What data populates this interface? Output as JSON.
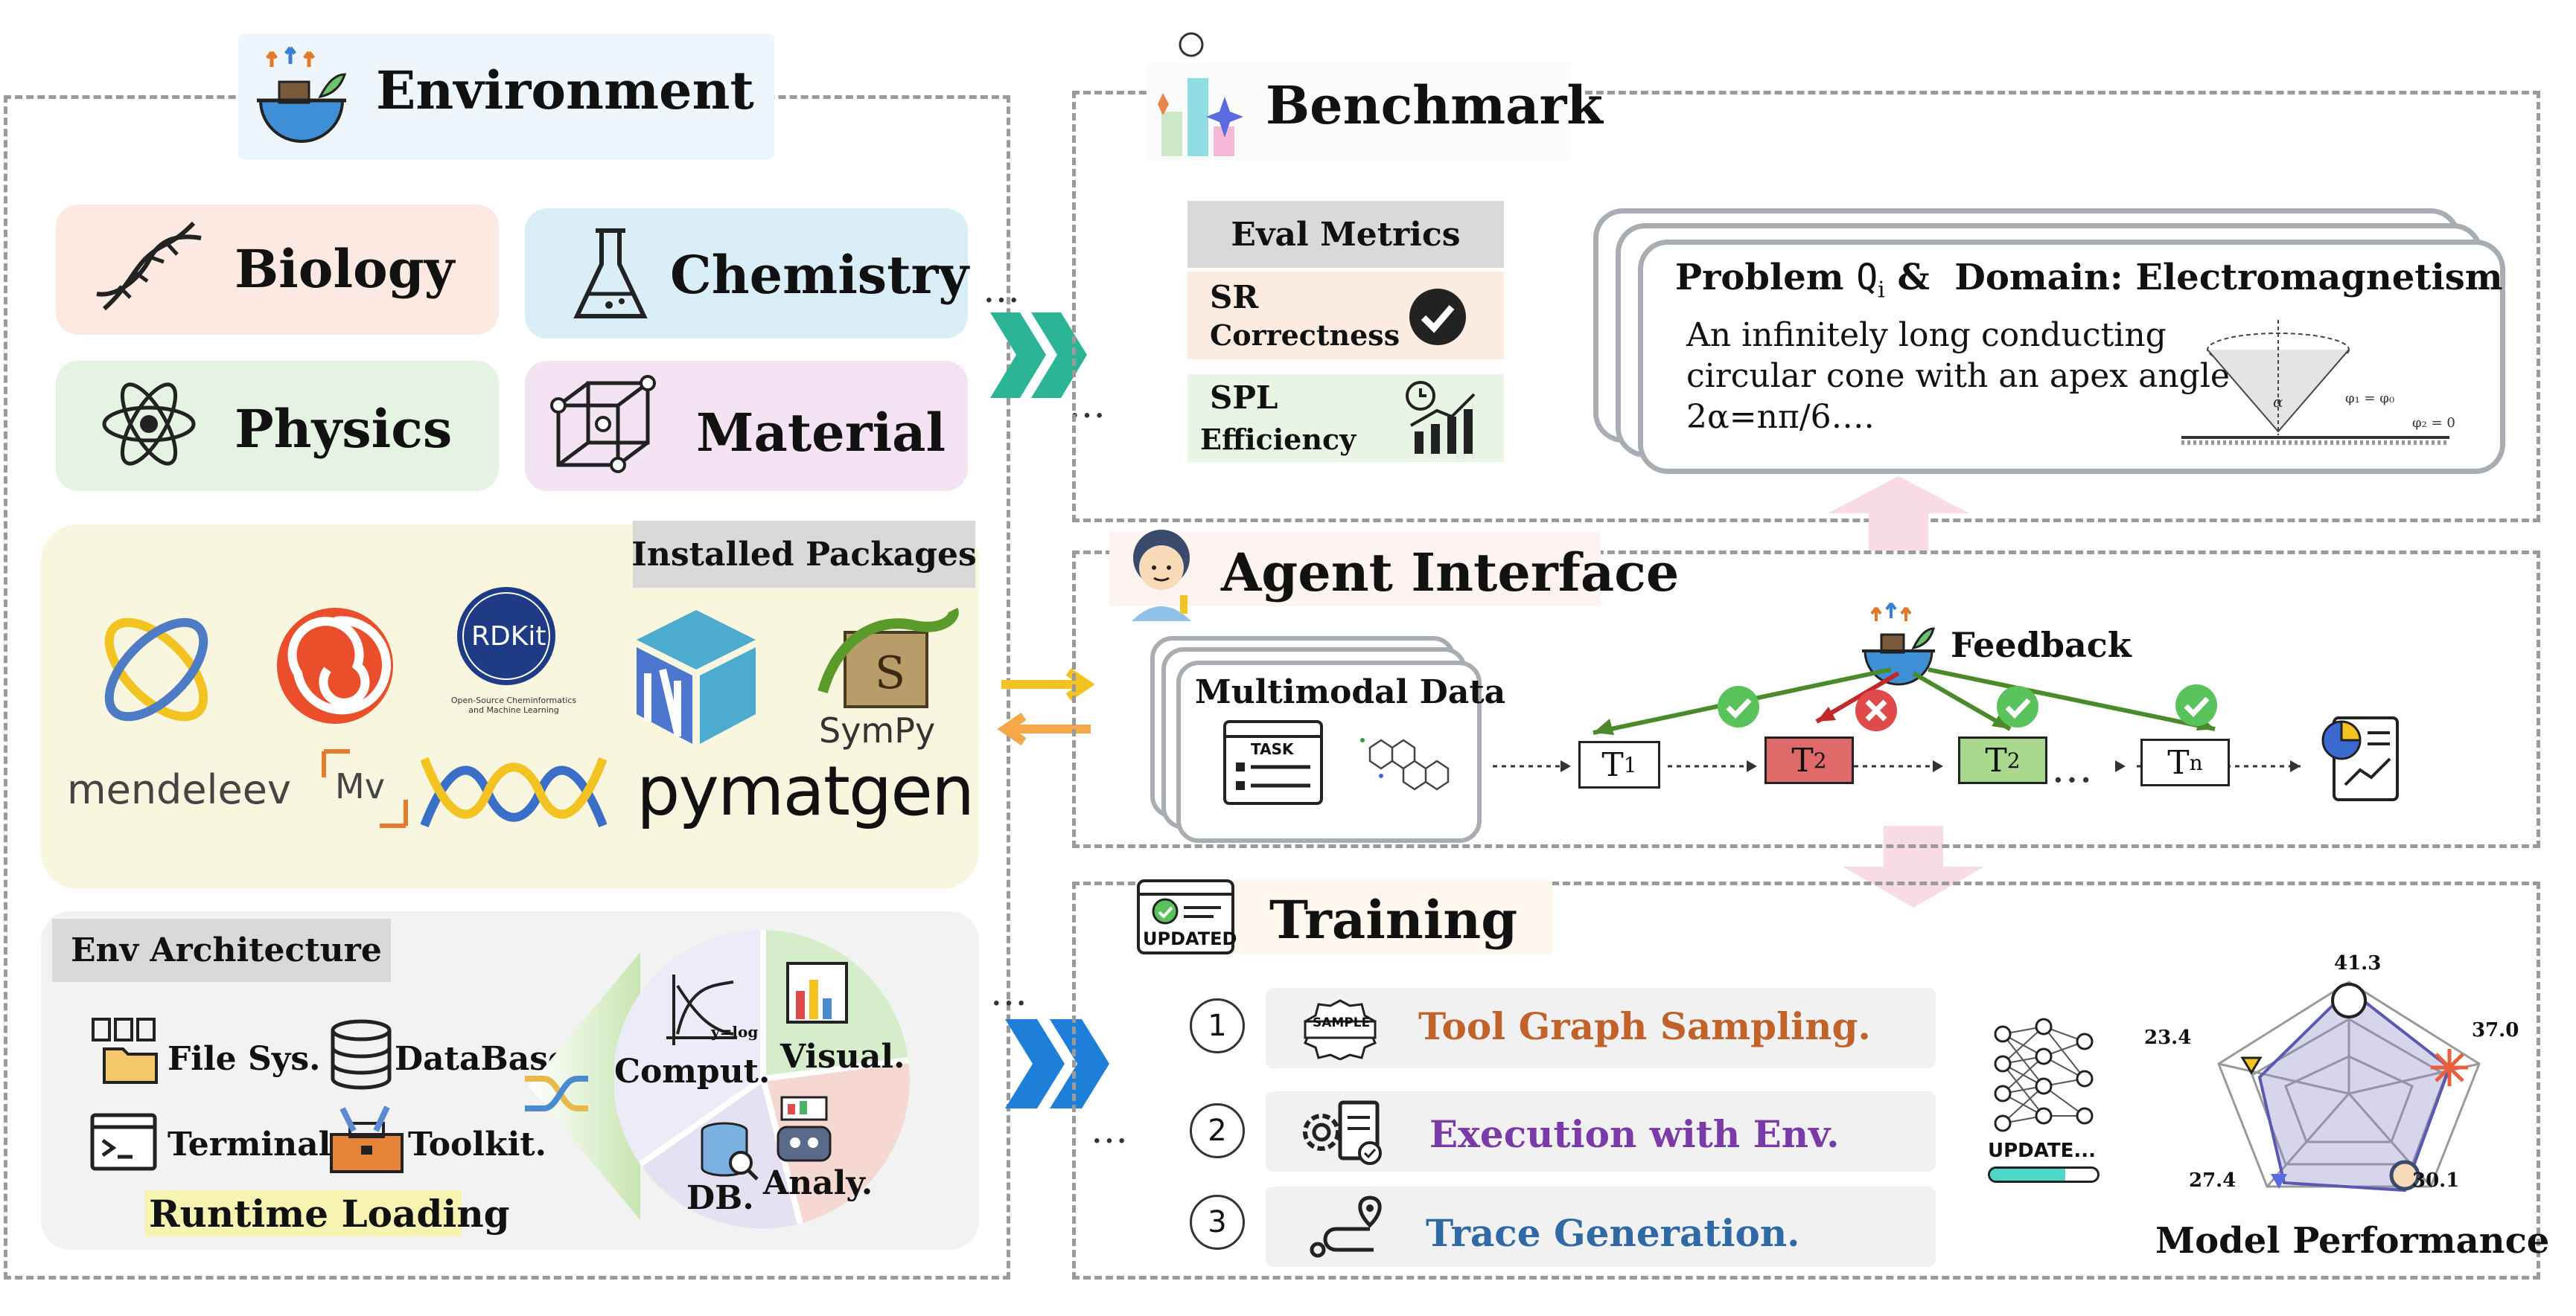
{
  "environment": {
    "title": "Environment",
    "domains": [
      {
        "label": "Biology",
        "color": "#fbe9e2"
      },
      {
        "label": "Chemistry",
        "color": "#daeef7"
      },
      {
        "label": "Physics",
        "color": "#e4f3e2"
      },
      {
        "label": "Material",
        "color": "#f3e3f3"
      }
    ],
    "installed_packages": {
      "title": "Installed Packages",
      "packages": [
        "mendeleev",
        "Mv",
        "RDKit",
        "Open-Source Cheminformatics and Machine Learning",
        "pymatgen",
        "SymPy"
      ]
    },
    "env_architecture": {
      "title": "Env Architecture",
      "items": [
        "File Sys.",
        "DataBase.",
        "Terminal.",
        "Toolkit."
      ],
      "footer": "Runtime Loading",
      "pie": [
        "Comput.",
        "Visual.",
        "DB.",
        "Analy."
      ],
      "pie_axis_label": "y=log"
    }
  },
  "benchmark": {
    "title": "Benchmark",
    "eval_metrics": {
      "title": "Eval Metrics",
      "metrics": [
        {
          "abbr": "SR",
          "name": "Correctness"
        },
        {
          "abbr": "SPL",
          "name": "Efficiency"
        }
      ]
    },
    "problem": {
      "title_prefix": "Problem",
      "q_main": "Q",
      "q_sub": "i",
      "title_suffix": "&  Domain: Electromagnetism",
      "lines": [
        "An infinitely long conducting",
        "circular cone with an apex angle",
        "2α=nπ/6…."
      ],
      "figure_labels": [
        "φ₁ = φ₀",
        "φ₂ = 0",
        "α"
      ]
    }
  },
  "agent_interface": {
    "title": "Agent Interface",
    "data_title": "Multimodal Data",
    "task_label": "TASK",
    "feedback": "Feedback",
    "nodes": [
      {
        "main": "T",
        "sub": "1",
        "color": "#ffffff"
      },
      {
        "main": "T",
        "sub": "2",
        "color": "#e06a6a"
      },
      {
        "main": "T",
        "sub": "2",
        "color": "#a9d98f"
      },
      {
        "main": "T",
        "sub": "n",
        "color": "#ffffff"
      }
    ]
  },
  "training": {
    "title": "Training",
    "updated_label": "UPDATED",
    "steps": [
      {
        "num": "1",
        "text": "Tool Graph Sampling.",
        "color": "#c0622a",
        "icon": "sample-badge-icon",
        "icon_text": "SAMPLE"
      },
      {
        "num": "2",
        "text": "Execution with Env.",
        "color": "#7a3aa8",
        "icon": "gear-document-icon"
      },
      {
        "num": "3",
        "text": "Trace Generation.",
        "color": "#2f6aa6",
        "icon": "route-icon"
      }
    ],
    "update_label": "UPDATE...",
    "model_performance": {
      "title": "Model Performance",
      "values": [
        "41.3",
        "37.0",
        "30.1",
        "27.4",
        "23.4"
      ]
    }
  },
  "dots": "…"
}
